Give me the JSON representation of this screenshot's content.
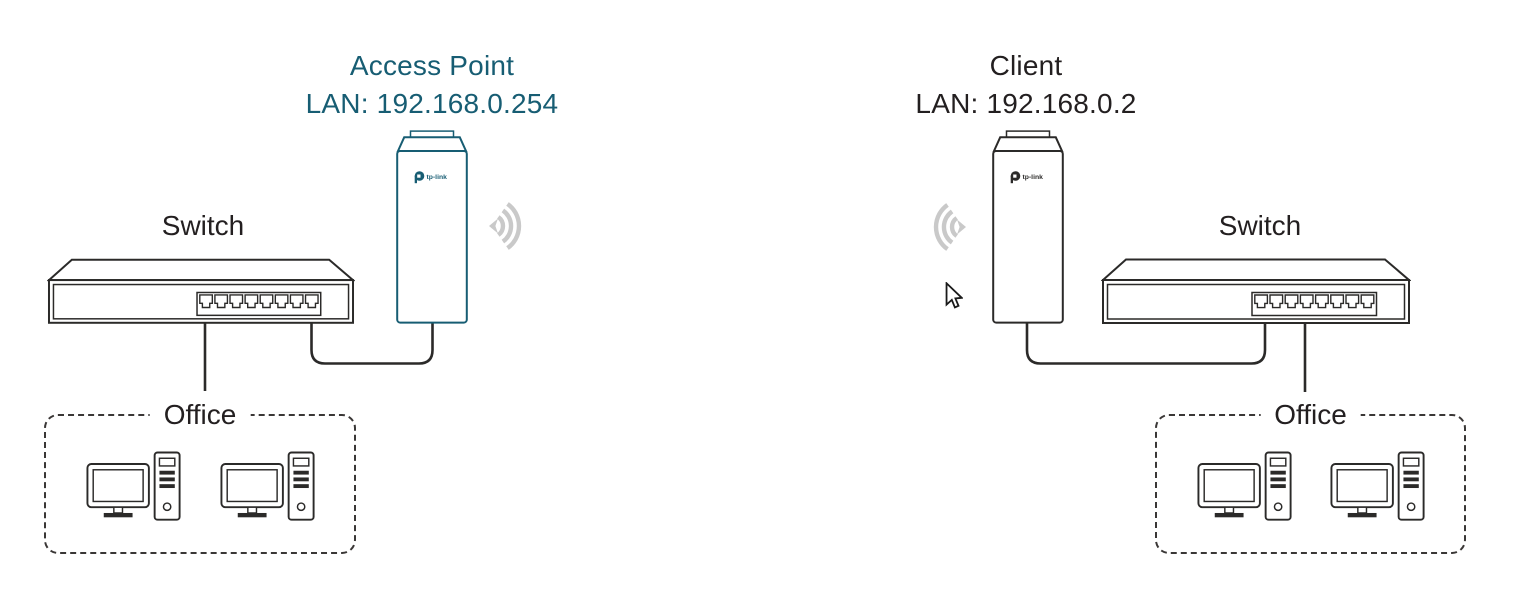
{
  "brand": {
    "name": "tp-link"
  },
  "colors": {
    "accent_teal": "#175d73",
    "ink": "#2b2a29",
    "wifi_gray": "#c9c9c9",
    "background": "#ffffff"
  },
  "icons": {
    "wifi_signal": "radio-waves-arcs",
    "mouse_cursor": "arrow-pointer",
    "tp_link_logo": "circle-p-glyph"
  },
  "left": {
    "device_label": "Access Point",
    "device_lan": "LAN: 192.168.0.254",
    "switch_label": "Switch",
    "office_label": "Office"
  },
  "right": {
    "device_label": "Client",
    "device_lan": "LAN: 192.168.0.2",
    "switch_label": "Switch",
    "office_label": "Office"
  }
}
